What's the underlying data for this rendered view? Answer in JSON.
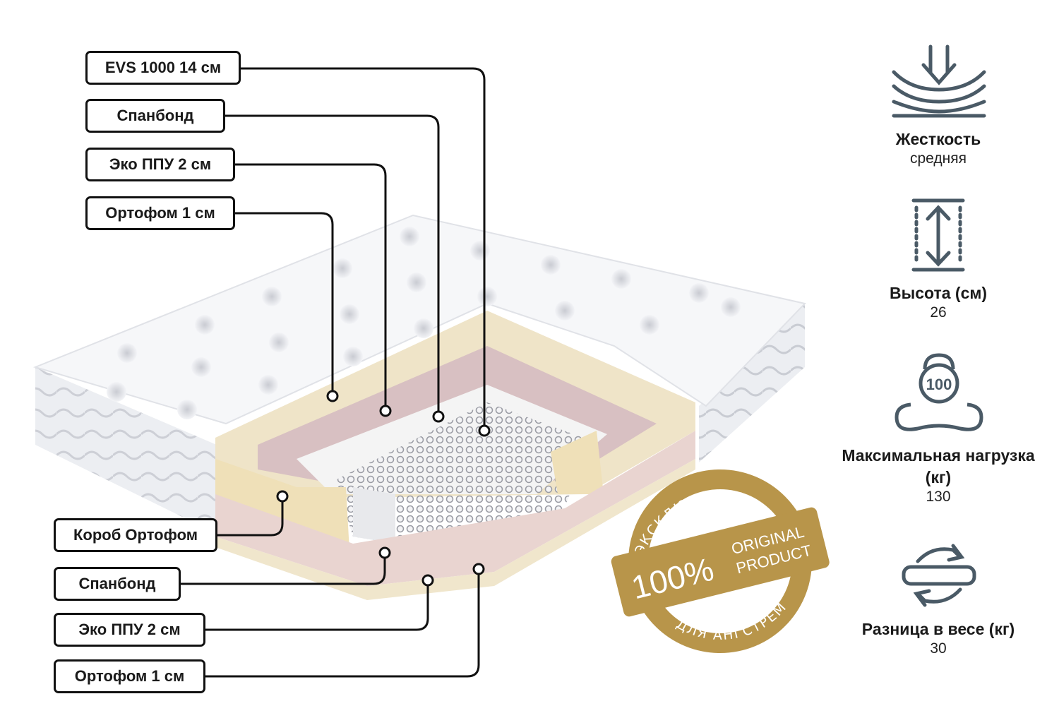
{
  "layers_top": [
    {
      "label": "EVS 1000 14 см"
    },
    {
      "label": "Спанбонд"
    },
    {
      "label": "Эко ППУ 2 см"
    },
    {
      "label": "Ортофом 1 см"
    }
  ],
  "layers_bottom": [
    {
      "label": "Короб Ортофом"
    },
    {
      "label": "Спанбонд"
    },
    {
      "label": "Эко ППУ 2 см"
    },
    {
      "label": "Ортофом 1 см"
    }
  ],
  "specs": [
    {
      "icon": "stiffness-icon",
      "title": "Жесткость",
      "value": "средняя"
    },
    {
      "icon": "height-icon",
      "title": "Высота (см)",
      "value": "26"
    },
    {
      "icon": "weight-load-icon",
      "title": "Максимальная нагрузка (кг)",
      "value": "130",
      "icon_text": "100"
    },
    {
      "icon": "weight-difference-icon",
      "title": "Разница в весе (кг)",
      "value": "30"
    }
  ],
  "badge": {
    "top_arc": "ЭКСКЛЮЗИВНО",
    "percent": "100%",
    "line1": "ORIGINAL",
    "line2": "PRODUCT",
    "bottom_arc": "ДЛЯ АНГСТРЕМ",
    "color": "#b8954a"
  },
  "colors": {
    "icon": "#4a5a66",
    "line": "#111111"
  }
}
